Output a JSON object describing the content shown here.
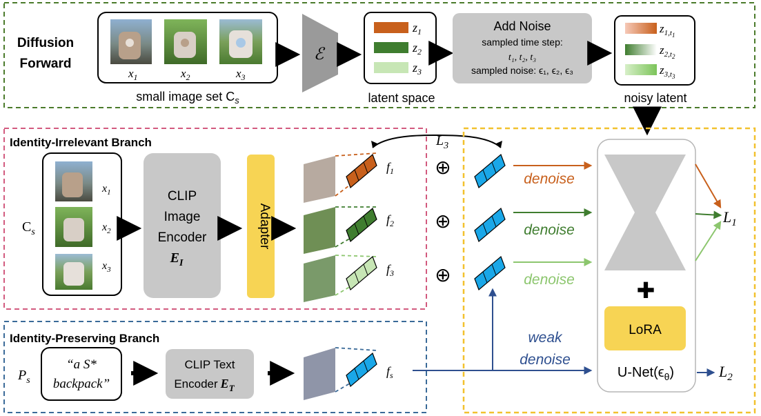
{
  "colors": {
    "green_dash": "#4a7a2a",
    "pink_dash": "#d25a7e",
    "blue_dash": "#3a6a98",
    "yellow_dash": "#f2c12e",
    "orange": "#c8601c",
    "dark_green": "#3f7d2f",
    "light_green": "#a6d58a",
    "feature_blue": "#1aa7e8",
    "gray_box": "#c8c8c8",
    "adapter_yellow": "#f7d454",
    "arrow_blue": "#2e4f8f"
  },
  "diffusion": {
    "title_line1": "Diffusion",
    "title_line2": "Forward",
    "image_labels": [
      "x",
      "x",
      "x"
    ],
    "image_subs": [
      "1",
      "2",
      "3"
    ],
    "set_caption": "small image set C",
    "set_caption_sub": "s",
    "encoder_symbol": "ℰ",
    "latent_z": [
      "z",
      "z",
      "z"
    ],
    "latent_subs": [
      "1",
      "2",
      "3"
    ],
    "latent_caption": "latent space",
    "noise_title": "Add Noise",
    "noise_line1": "sampled time step:",
    "noise_line2": "t₁, t₂, t₃",
    "noise_line3": "sampled noise: ϵ₁, ϵ₂, ϵ₃",
    "noisy_z": [
      "z",
      "z",
      "z"
    ],
    "noisy_subs": [
      "1,t",
      "2,t",
      "3,t"
    ],
    "noisy_subsubs": [
      "1",
      "2",
      "3"
    ],
    "noisy_caption": "noisy latent"
  },
  "irrelevant": {
    "title": "Identity-Irrelevant Branch",
    "cs_label": "C",
    "cs_sub": "s",
    "image_labels": [
      "x",
      "x",
      "x"
    ],
    "image_subs": [
      "1",
      "2",
      "3"
    ],
    "clip_line1": "CLIP",
    "clip_line2": "Image",
    "clip_line3": "Encoder",
    "clip_sym": "E",
    "clip_sym_sub": "I",
    "adapter": "Adapter",
    "f_labels": [
      "f",
      "f",
      "f"
    ],
    "f_subs": [
      "1",
      "2",
      "3"
    ],
    "plus": "⊕",
    "loss3": "L",
    "loss3_sub": "3"
  },
  "preserving": {
    "title": "Identity-Preserving Branch",
    "ps_label": "P",
    "ps_sub": "s",
    "prompt_line1": "“a S*",
    "prompt_line2": "backpack”",
    "clip_line1": "CLIP Text",
    "clip_line2": "Encoder",
    "clip_sym": "E",
    "clip_sym_sub": "T",
    "fs_label": "f",
    "fs_sub": "s"
  },
  "unet": {
    "denoise": [
      "denoise",
      "denoise",
      "denoise"
    ],
    "weak1": "weak",
    "weak2": "denoise",
    "plus": "✚",
    "lora": "LoRA",
    "label": "U-Net(ϵ",
    "label_sub": "θ",
    "label_end": ")",
    "loss1": "L",
    "loss1_sub": "1",
    "loss2": "L",
    "loss2_sub": "2"
  }
}
